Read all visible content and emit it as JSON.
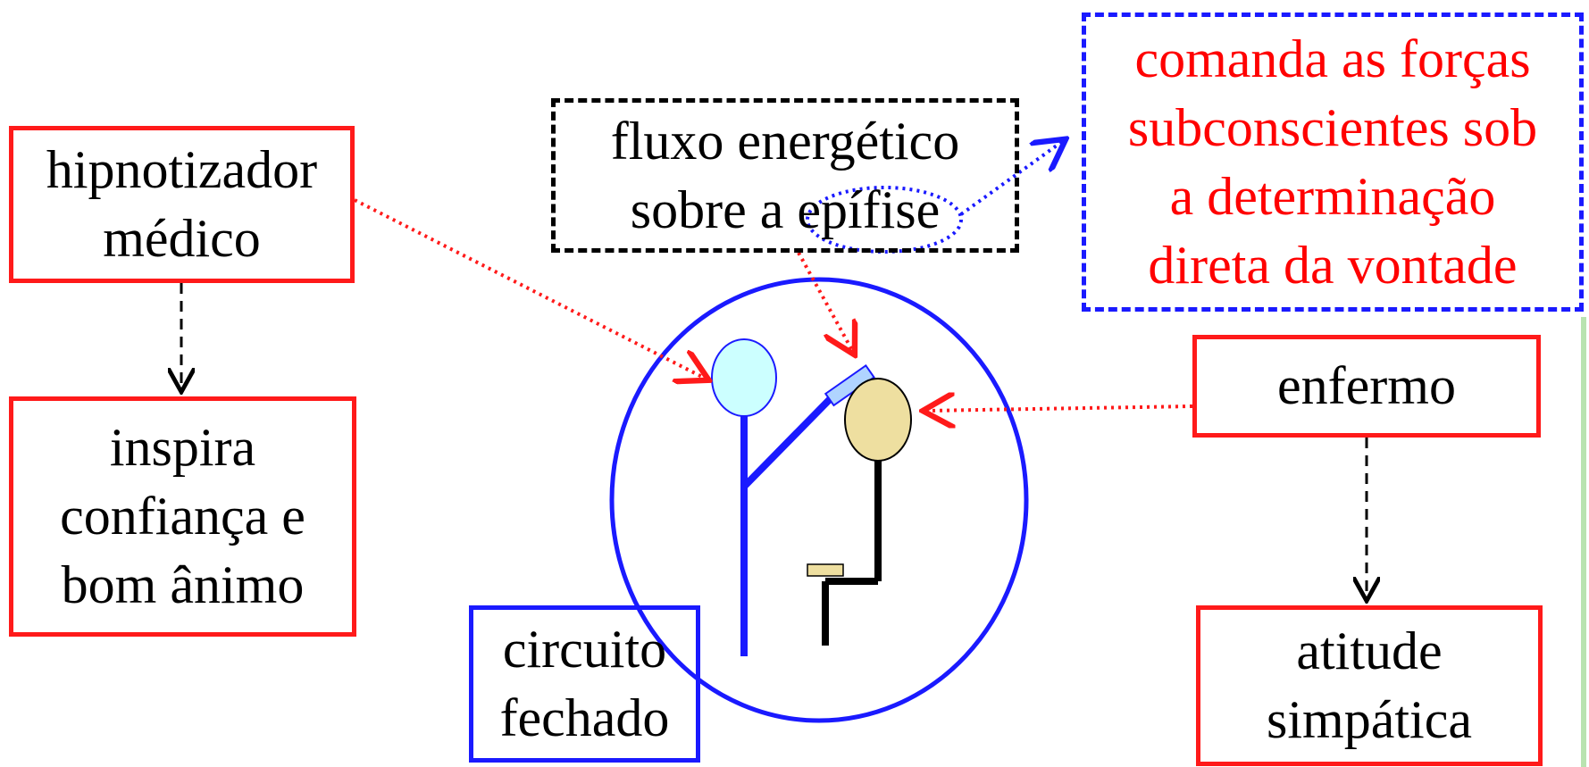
{
  "boxes": {
    "hipnotizador": {
      "lines": [
        "hipnotizador",
        "médico"
      ]
    },
    "inspira": {
      "lines": [
        "inspira",
        "confiança e",
        "bom ânimo"
      ]
    },
    "circuito": {
      "lines": [
        "circuito",
        "fechado"
      ]
    },
    "fluxo": {
      "lines": [
        "fluxo energético",
        "sobre a epífise"
      ]
    },
    "comanda": {
      "lines": [
        "comanda as forças",
        "subconscientes sob",
        "a determinação",
        "direta da vontade"
      ]
    },
    "enfermo": {
      "lines": [
        "enfermo"
      ]
    },
    "atitude": {
      "lines": [
        "atitude",
        "simpática"
      ]
    }
  },
  "colors": {
    "red": "#ff1a1a",
    "blue": "#1a1aff",
    "black": "#000000",
    "cyan_head": "#ccffff",
    "beige_head": "#eedfa0",
    "light_blue_bar": "#b0d4ff",
    "green_guide": "#b9e3b0"
  },
  "figures": {
    "hypnotist": {
      "head_color": "#ccffff",
      "body_color": "#1a1aff"
    },
    "patient": {
      "head_color": "#eedfa0",
      "body_color": "#000000"
    }
  }
}
